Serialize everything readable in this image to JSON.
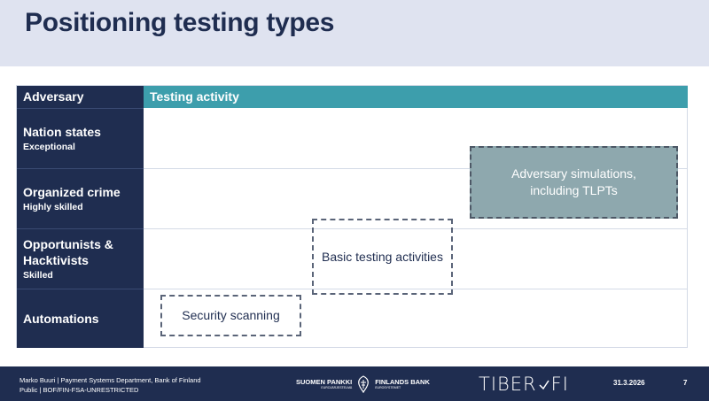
{
  "slide": {
    "title": "Positioning testing types"
  },
  "table": {
    "header_adversary": "Adversary",
    "header_testing": "Testing activity",
    "rows": [
      {
        "main": "Nation states",
        "sub": "Exceptional"
      },
      {
        "main": "Organized crime",
        "sub": "Highly skilled"
      },
      {
        "main": "Opportunists &",
        "main2": "Hacktivists",
        "sub": "Skilled"
      },
      {
        "main": "Automations",
        "sub": ""
      }
    ]
  },
  "boxes": {
    "simulations_line1": "Adversary simulations,",
    "simulations_line2": "including TLPTs",
    "basic": "Basic testing activities",
    "scanning": "Security scanning"
  },
  "footer": {
    "presenter": "Marko Buuri | Payment Systems Department, Bank of Finland",
    "classification": "Public | BOF/FIN-FSA-UNRESTRICTED",
    "bank_fi": "SUOMEN PANKKI",
    "bank_sv": "FINLANDS BANK",
    "bank_fi_sub": "EUROJÄRJESTELMÄ",
    "bank_sv_sub": "EUROSYSTEMET",
    "tiber_left": "TIBER",
    "tiber_right": "FI",
    "date": "31.3.2026",
    "page": "7"
  },
  "colors": {
    "navy": "#1f2d50",
    "teal": "#3d9eac",
    "simulation_fill": "#8ea8ae",
    "title_band": "#dfe3f0"
  }
}
